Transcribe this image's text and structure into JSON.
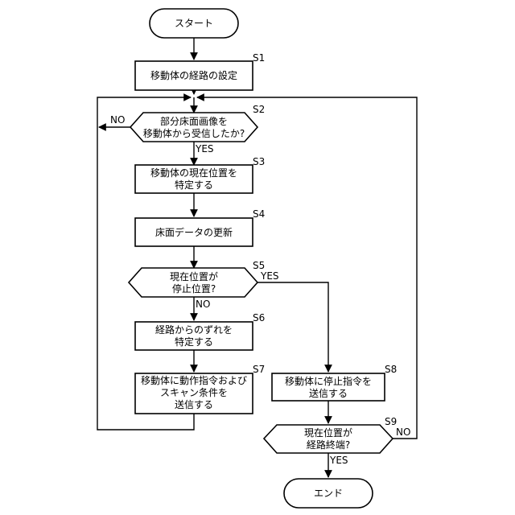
{
  "nodes": {
    "start": {
      "lines": [
        "スタート"
      ]
    },
    "s1": {
      "step": "S1",
      "lines": [
        "移動体の経路の設定"
      ]
    },
    "s2": {
      "step": "S2",
      "lines": [
        "部分床面画像を",
        "移動体から受信したか?"
      ]
    },
    "s3": {
      "step": "S3",
      "lines": [
        "移動体の現在位置を",
        "特定する"
      ]
    },
    "s4": {
      "step": "S4",
      "lines": [
        "床面データの更新"
      ]
    },
    "s5": {
      "step": "S5",
      "lines": [
        "現在位置が",
        "停止位置?"
      ]
    },
    "s6": {
      "step": "S6",
      "lines": [
        "経路からのずれを",
        "特定する"
      ]
    },
    "s7": {
      "step": "S7",
      "lines": [
        "移動体に動作指令および",
        "スキャン条件を",
        "送信する"
      ]
    },
    "s8": {
      "step": "S8",
      "lines": [
        "移動体に停止指令を",
        "送信する"
      ]
    },
    "s9": {
      "step": "S9",
      "lines": [
        "現在位置が",
        "経路終端?"
      ]
    },
    "end": {
      "lines": [
        "エンド"
      ]
    }
  },
  "branch_labels": {
    "s2_no": "NO",
    "s2_yes": "YES",
    "s5_yes": "YES",
    "s5_no": "NO",
    "s9_no": "NO",
    "s9_yes": "YES"
  }
}
